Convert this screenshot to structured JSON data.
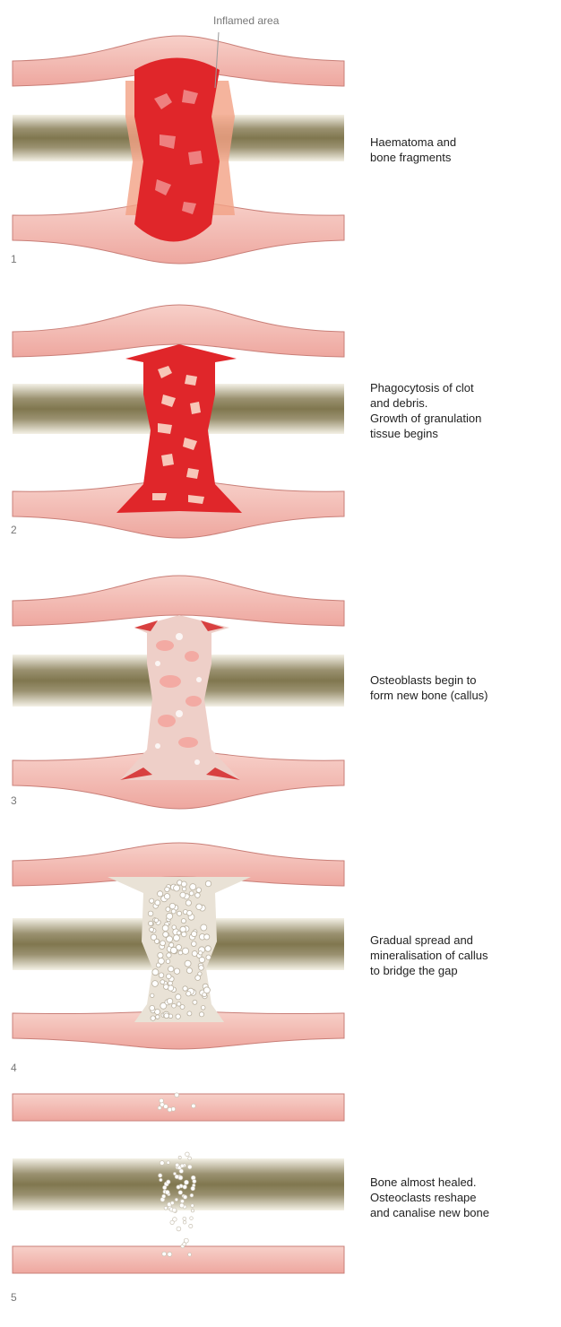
{
  "pointer_label": "Inflamed area",
  "stages": [
    {
      "number": "1",
      "caption_lines": [
        "Haematoma and",
        "bone fragments"
      ]
    },
    {
      "number": "2",
      "caption_lines": [
        "Phagocytosis of clot",
        "and debris.",
        "Growth of granulation",
        "tissue begins"
      ]
    },
    {
      "number": "3",
      "caption_lines": [
        "Osteoblasts begin to",
        "form new bone (callus)"
      ]
    },
    {
      "number": "4",
      "caption_lines": [
        "Gradual spread and",
        "mineralisation of callus",
        "to bridge the gap"
      ]
    },
    {
      "number": "5",
      "caption_lines": [
        "Bone almost healed.",
        "Osteoclasts reshape",
        "and canalise new bone"
      ]
    }
  ],
  "colors": {
    "periosteum": "#f2b5ad",
    "periosteum_edge": "#c97f78",
    "bone": "#8a7f5a",
    "bone_light": "#f1eee0",
    "haematoma": "#e0262a",
    "granulation_light": "#f7c6b8",
    "callus": "#eedfd6",
    "callus_dot": "#ffffff"
  }
}
